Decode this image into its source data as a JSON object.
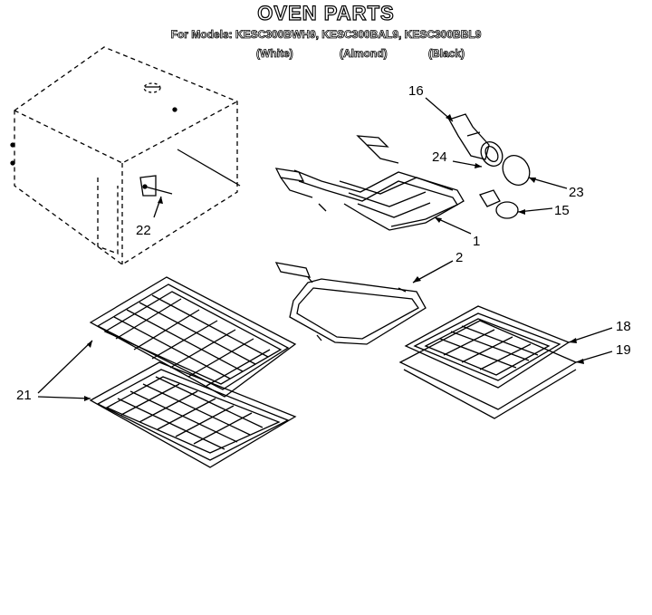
{
  "header": {
    "title": "OVEN PARTS",
    "models_line": "For Models: KESC300BWH9, KESC300BAL9, KESC300BBL9",
    "color_labels": [
      "(White)",
      "(Almond)",
      "(Black)"
    ]
  },
  "callouts": {
    "c16": "16",
    "c24": "24",
    "c23": "23",
    "c15": "15",
    "c1": "1",
    "c2": "2",
    "c22": "22",
    "c18": "18",
    "c19": "19",
    "c21": "21"
  }
}
